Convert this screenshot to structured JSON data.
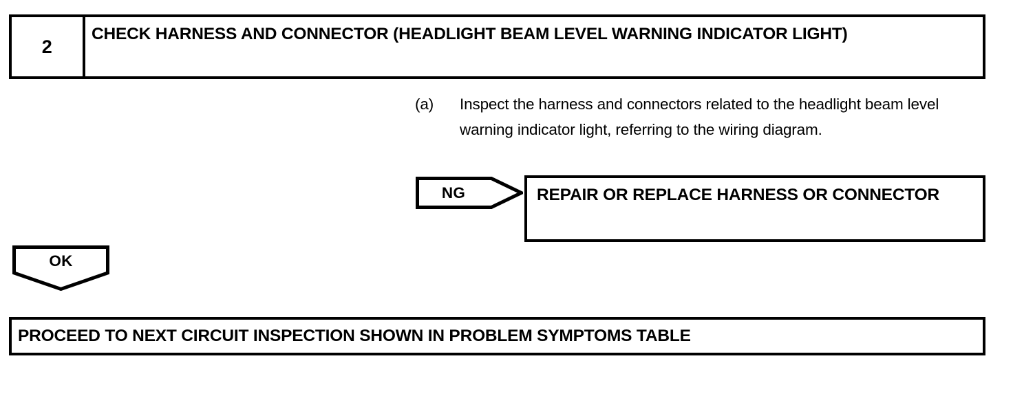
{
  "step": {
    "number": "2",
    "title": "CHECK HARNESS AND CONNECTOR (HEADLIGHT BEAM LEVEL WARNING INDICATOR LIGHT)"
  },
  "procedure": {
    "label": "(a)",
    "text": "Inspect the harness and connectors related to the headlight beam level warning indicator light, referring to the wiring diagram."
  },
  "branches": {
    "ng": {
      "connector_label": "NG",
      "result": "REPAIR OR REPLACE HARNESS OR CONNECTOR"
    },
    "ok": {
      "connector_label": "OK"
    }
  },
  "final": {
    "text": "PROCEED TO NEXT CIRCUIT INSPECTION SHOWN IN PROBLEM SYMPTOMS TABLE"
  },
  "colors": {
    "ink": "#000000",
    "paper": "#ffffff"
  }
}
